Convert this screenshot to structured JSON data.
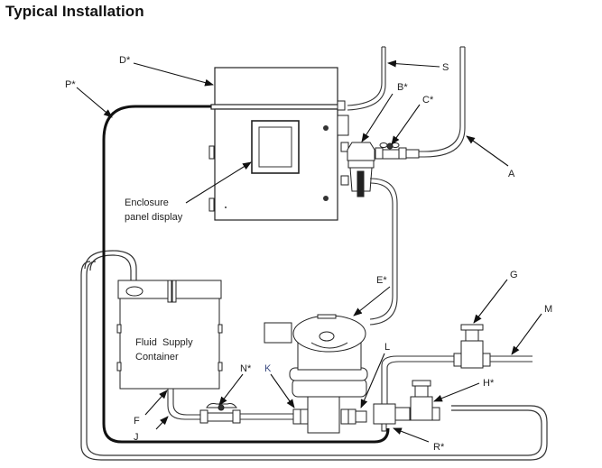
{
  "title": "Typical Installation",
  "labels": {
    "A": "A",
    "B": "B*",
    "C": "C*",
    "D": "D*",
    "E": "E*",
    "F": "F",
    "G": "G",
    "H": "H*",
    "J": "J",
    "K": "K",
    "L": "L",
    "M": "M",
    "N": "N*",
    "P": "P*",
    "R": "R*",
    "S": "S"
  },
  "annotations": {
    "enclosure_line1": "Enclosure",
    "enclosure_line2": "panel display",
    "container_line1": "Fluid  Supply",
    "container_line2": "Container"
  },
  "colors": {
    "line": "#222222",
    "background": "#ffffff"
  }
}
